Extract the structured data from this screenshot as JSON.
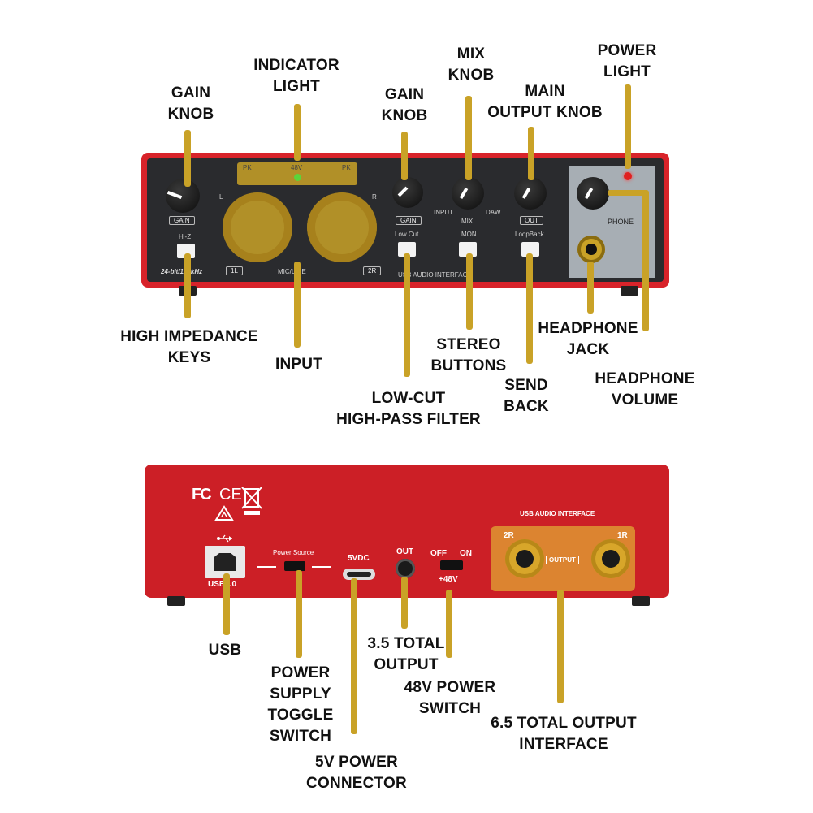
{
  "front_callouts": {
    "gain_knob_left": "GAIN\nKNOB",
    "indicator_light": "INDICATOR\nLIGHT",
    "gain_knob_right": "GAIN\nKNOB",
    "mix_knob": "MIX\nKNOB",
    "main_output_knob": "MAIN\nOUTPUT KNOB",
    "power_light": "POWER\nLIGHT",
    "high_impedance_keys": "HIGH IMPEDANCE\nKEYS",
    "input": "INPUT",
    "low_cut": "LOW-CUT\nHIGH-PASS FILTER",
    "stereo_buttons": "STEREO\nBUTTONS",
    "send_back": "SEND\nBACK",
    "headphone_jack": "HEADPHONE\nJACK",
    "headphone_volume": "HEADPHONE\nVOLUME"
  },
  "front_panel_labels": {
    "pk_left": "PK",
    "v48": "48V",
    "pk_right": "PK",
    "gain1": "GAIN",
    "hiz": "Hi-Z",
    "gain2": "GAIN",
    "low_cut": "Low Cut",
    "input": "INPUT",
    "mix": "MIX",
    "daw": "DAW",
    "mon": "MON",
    "out": "OUT",
    "loopback": "LoopBack",
    "phone": "PHONE",
    "bit_rate": "24-bit/192kHz",
    "one_l": "1L",
    "mic_line": "MIC/LINE",
    "two_r": "2R",
    "usb_audio_interface": "USB AUDIO INTERFACE",
    "l": "L",
    "r": "R"
  },
  "back_callouts": {
    "usb": "USB",
    "power_toggle": "POWER\nSUPPLY\nTOGGLE\nSWITCH",
    "five_v": "5V POWER\nCONNECTOR",
    "three_five": "3.5 TOTAL\nOUTPUT",
    "v48_switch": "48V POWER\nSWITCH",
    "six_five": "6.5 TOTAL OUTPUT\nINTERFACE"
  },
  "back_panel_labels": {
    "fc": "FC",
    "ce": "CE",
    "usb_interface": "USB AUDIO INTERFACE",
    "usb_version": "USB2.0",
    "power_source": "Power Source",
    "five_vdc": "5VDC",
    "out": "OUT",
    "off": "OFF",
    "on": "ON",
    "plus48v": "+48V",
    "two_r": "2R",
    "one_r": "1R",
    "output": "OUTPUT"
  },
  "colors": {
    "chassis_red": "#d8232a",
    "highlight_gold": "#c9a227",
    "face_dark": "#2a2b2e",
    "phone_panel": "#a7aeb4"
  },
  "icons": [
    "usb-symbol-icon",
    "weee-bin-icon",
    "rcm-mark-icon"
  ]
}
